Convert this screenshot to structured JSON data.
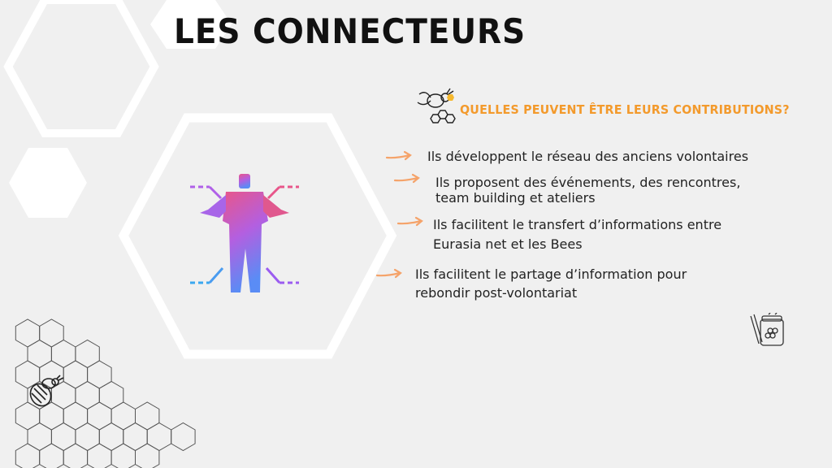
{
  "title": "Les Connecteurs",
  "question": "Quelles peuvent être leurs contributions?",
  "points": [
    {
      "text": "Ils développent le réseau des anciens volontaires"
    },
    {
      "text": "Ils proposent des événements, des rencontres,\nteam building et ateliers"
    },
    {
      "text": "Ils facilitent le transfert d’informations entre\nEurasia net et les Bees"
    },
    {
      "text": "Ils facilitent le partage d’information pour\nrebondir post-volontariat"
    }
  ],
  "colors": {
    "background": "#f0f0f0",
    "title": "#111111",
    "accent_orange": "#f39a2c",
    "arrow": "#f5a36a",
    "gradient_pink": "#e8568a",
    "gradient_purple": "#9b5cf0",
    "gradient_blue": "#3aa8f0"
  },
  "icons": {
    "connector_person": "connector-person-icon",
    "bee_honeycomb": "bee-honeycomb-icon",
    "honey_jar": "honey-jar-icon",
    "bee": "bee-icon"
  }
}
